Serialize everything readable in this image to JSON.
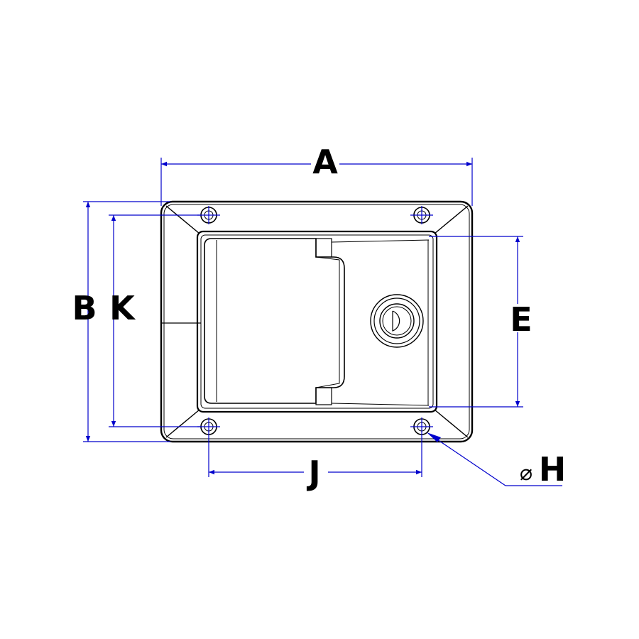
{
  "labels": {
    "a": "A",
    "b": "B",
    "k": "K",
    "e": "E",
    "j": "J",
    "h": "H",
    "diameter_symbol": "⌀"
  },
  "colors": {
    "dimension": "#0000cc",
    "outline": "#000000",
    "background": "#ffffff"
  }
}
